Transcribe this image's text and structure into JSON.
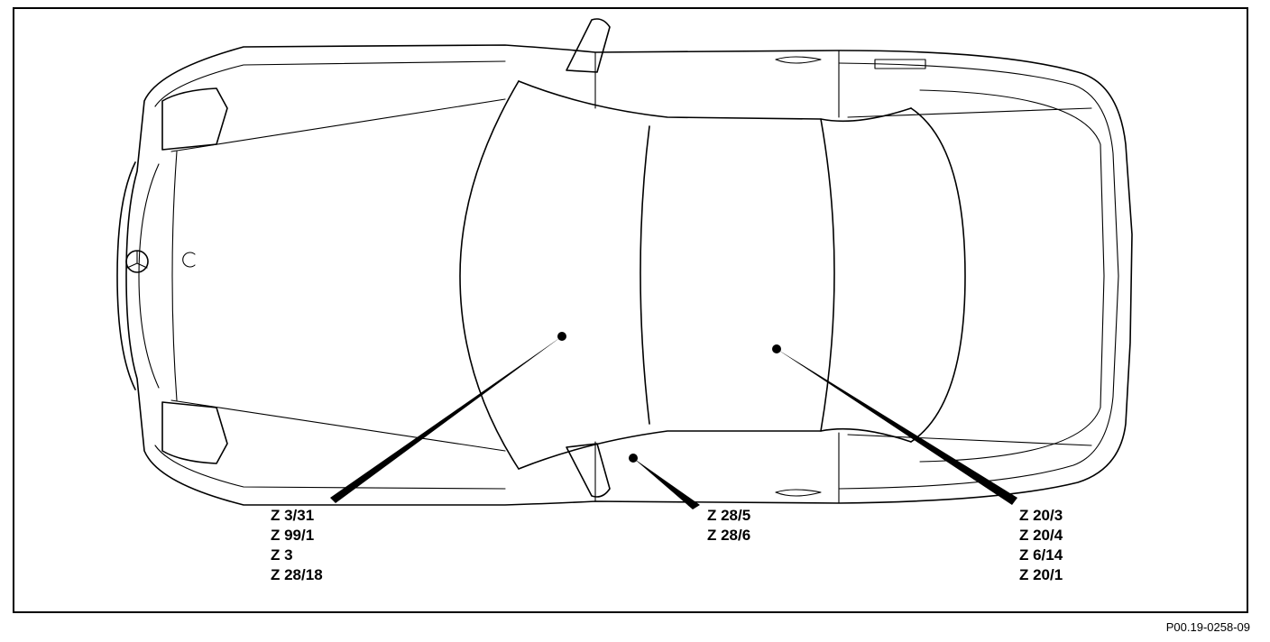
{
  "callouts": {
    "left": {
      "items": [
        "Z 3/31",
        "Z 99/1",
        "Z 3",
        "Z 28/18"
      ]
    },
    "middle": {
      "items": [
        "Z 28/5",
        "Z 28/6"
      ]
    },
    "right": {
      "items": [
        "Z 20/3",
        "Z 20/4",
        "Z 6/14",
        "Z 20/1"
      ]
    }
  },
  "figure_reference": "P00.19-0258-09",
  "colors": {
    "line": "#000000",
    "background": "#ffffff"
  }
}
